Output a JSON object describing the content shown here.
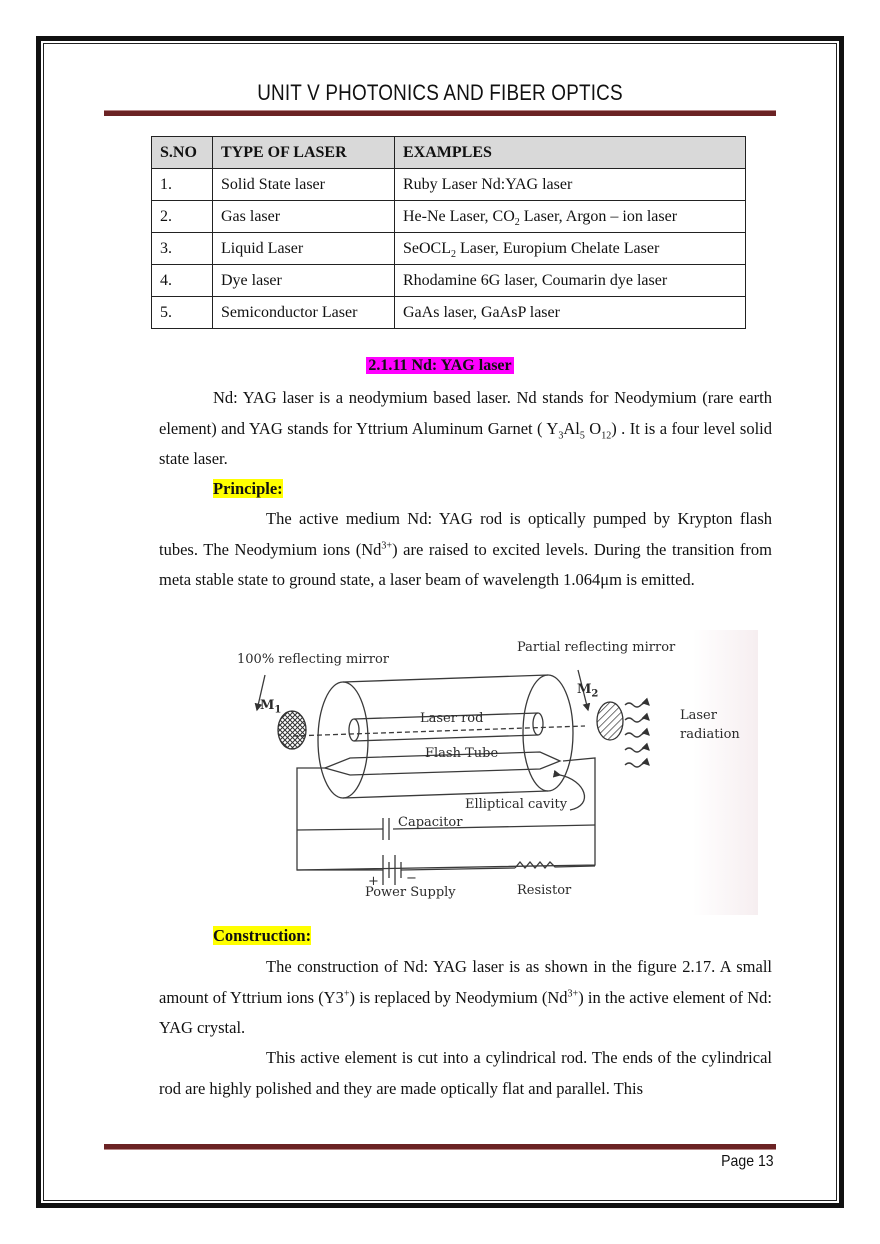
{
  "header": {
    "title": "UNIT V PHOTONICS AND FIBER OPTICS"
  },
  "table": {
    "columns": [
      "S.NO",
      "TYPE OF LASER",
      "EXAMPLES"
    ],
    "rows": [
      {
        "sno": "1.",
        "type": "Solid State laser",
        "examples": "Ruby Laser Nd:YAG laser"
      },
      {
        "sno": "2.",
        "type": "Gas laser",
        "examples_pre": "He-Ne Laser, CO",
        "examples_sub": "2",
        "examples_post": " Laser, Argon – ion laser"
      },
      {
        "sno": "3.",
        "type": "Liquid Laser",
        "examples_pre": "SeOCL",
        "examples_sub": "2",
        "examples_post": " Laser, Europium Chelate Laser"
      },
      {
        "sno": "4.",
        "type": "Dye laser",
        "examples": "Rhodamine 6G laser, Coumarin dye laser"
      },
      {
        "sno": "5.",
        "type": "Semiconductor Laser",
        "examples": "GaAs laser, GaAsP laser"
      }
    ]
  },
  "section": {
    "heading": "2.1.11 Nd: YAG laser",
    "intro": {
      "p1": "Nd: YAG laser is a neodymium based laser. Nd stands for Neodymium (rare earth element) and YAG stands for Yttrium Aluminum Garnet ( Y",
      "s1": "3",
      "p2": "Al",
      "s2": "5",
      "p3": " O",
      "s3": "12",
      "p4": ") . It is a four level solid state laser."
    },
    "principle": {
      "heading": "Principle:",
      "p1": "The active medium Nd: YAG rod is optically pumped by Krypton flash tubes. The Neodymium ions (Nd",
      "sup1": "3+",
      "p2": ") are raised to excited levels. During the transition from meta stable state to ground state, a laser beam of wavelength 1.064μm is emitted."
    },
    "figure": {
      "labels": {
        "mirror100": "100% reflecting mirror",
        "partial": "Partial reflecting mirror",
        "m1": "M",
        "m1_sub": "1",
        "m2": "M",
        "m2_sub": "2",
        "laser_rod": "Laser rod",
        "flash_tube": "Flash Tube",
        "laser": "Laser",
        "radiation": "radiation",
        "cavity": "Elliptical cavity",
        "capacitor": "Capacitor",
        "plus": "+",
        "minus": "−",
        "power": "Power Supply",
        "resistor": "Resistor"
      }
    },
    "construction": {
      "heading": "Construction:",
      "p1a": "The construction of Nd: YAG laser is as shown in the figure 2.17. A small amount of Yttrium ions (Y3",
      "sup1": "+",
      "p1b": ") is replaced by Neodymium (Nd",
      "sup2": "3+",
      "p1c": ") in the active element of Nd: YAG crystal.",
      "p2": "This active element is cut into a cylindrical rod. The ends of the cylindrical rod are highly polished and they are made optically flat and parallel. This"
    }
  },
  "footer": {
    "page": "Page 13"
  },
  "colors": {
    "rule": "#6b2324",
    "heading_highlight": "#ff00ff",
    "subhead_highlight": "#ffff00",
    "table_header_bg": "#d9d9d9"
  }
}
